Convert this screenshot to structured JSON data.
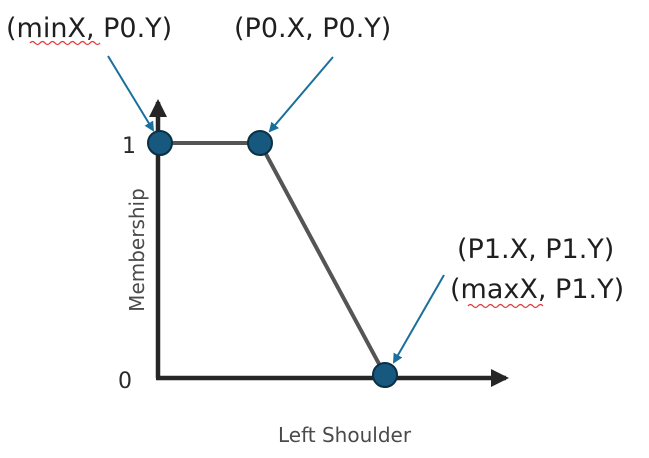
{
  "labels": {
    "callout_min": {
      "underlined": "minX",
      "rest": ", P0.Y)"
    },
    "callout_p0": "(P0.X, P0.Y)",
    "callout_p1_line1": "(P1.X, P1.Y)",
    "callout_p1_line2": {
      "underlined": "maxX",
      "rest": ", P1.Y)"
    },
    "y_tick_one": "1",
    "y_tick_zero": "0",
    "y_axis_title": "Membership",
    "x_axis_title": "Left Shoulder"
  },
  "colors": {
    "point_fill": "#17587e",
    "point_stroke": "#0b2f44",
    "arrow": "#1a6f9c",
    "axis": "#262626",
    "curve": "#555555",
    "spellcheck_underline": "#e03a3a"
  },
  "chart_data": {
    "type": "line",
    "x_axis_title": "Left Shoulder",
    "y_axis_title": "Membership",
    "y_ticks": [
      "0",
      "1"
    ]
  }
}
